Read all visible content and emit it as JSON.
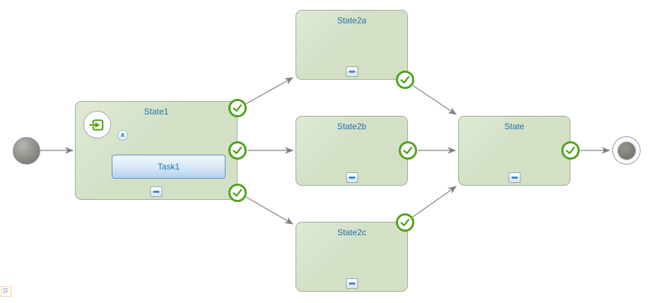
{
  "diagram": {
    "states": {
      "state1": {
        "label": "State1"
      },
      "state2a": {
        "label": "State2a"
      },
      "state2b": {
        "label": "State2b"
      },
      "state2c": {
        "label": "State2c"
      },
      "state_final": {
        "label": "State"
      }
    },
    "task": {
      "label": "Task1"
    },
    "transition_badge": {
      "label": "A"
    },
    "icons": {
      "start_node": "filled-gray-circle",
      "end_node": "ringed-gray-circle",
      "entry_point": "green-arrow-into-square",
      "completion": "green-check-circle",
      "collapse": "blue-minus-button",
      "annotation": "dashed-note-lines"
    },
    "colors": {
      "state_fill": "#d5e1c9",
      "state_border": "#9db090",
      "state_title_text": "#1f72ae",
      "task_border": "#5b90c8",
      "task_fill_top": "#f0f7fd",
      "task_fill_bottom": "#b5d2ef",
      "check_green": "#4ea318",
      "edge_gray": "#7f7f7f",
      "collapse_minus_blue": "#3f87d6",
      "annotation_border": "#e9cb80",
      "node_gray": "#8d8c85"
    }
  }
}
